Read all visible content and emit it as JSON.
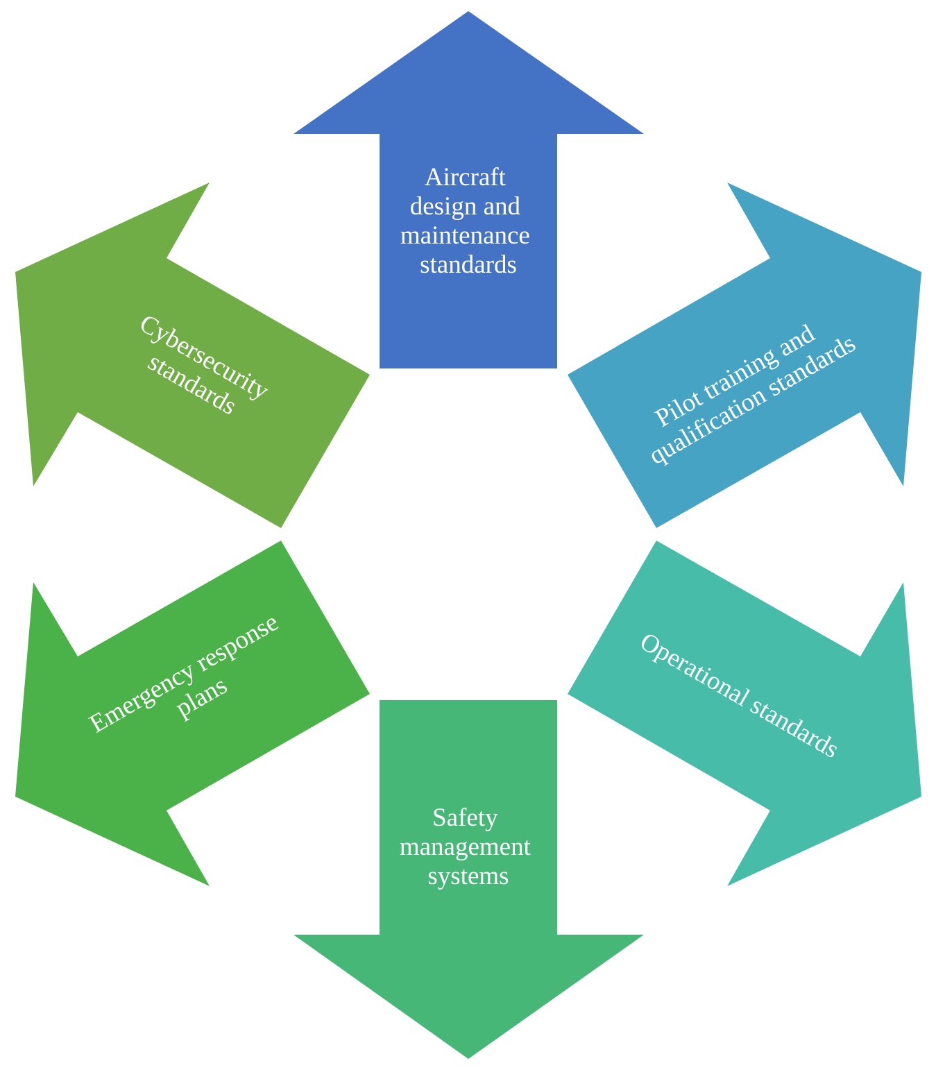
{
  "diagram": {
    "arrows": [
      {
        "id": "top",
        "lines": [
          "Aircraft",
          "design and",
          "maintenance",
          "standards"
        ],
        "color": "#4472C4"
      },
      {
        "id": "top-right",
        "lines": [
          "Pilot training and",
          "qualification standards"
        ],
        "color": "#46A3C3"
      },
      {
        "id": "bottom-right",
        "lines": [
          "Operational standards"
        ],
        "color": "#47BCA8"
      },
      {
        "id": "bottom",
        "lines": [
          "Safety",
          "management",
          "systems"
        ],
        "color": "#47B778"
      },
      {
        "id": "bottom-left",
        "lines": [
          "Emergency response",
          "plans"
        ],
        "color": "#4AB248"
      },
      {
        "id": "top-left",
        "lines": [
          "Cybersecurity",
          "standards"
        ],
        "color": "#71AD47"
      }
    ]
  }
}
